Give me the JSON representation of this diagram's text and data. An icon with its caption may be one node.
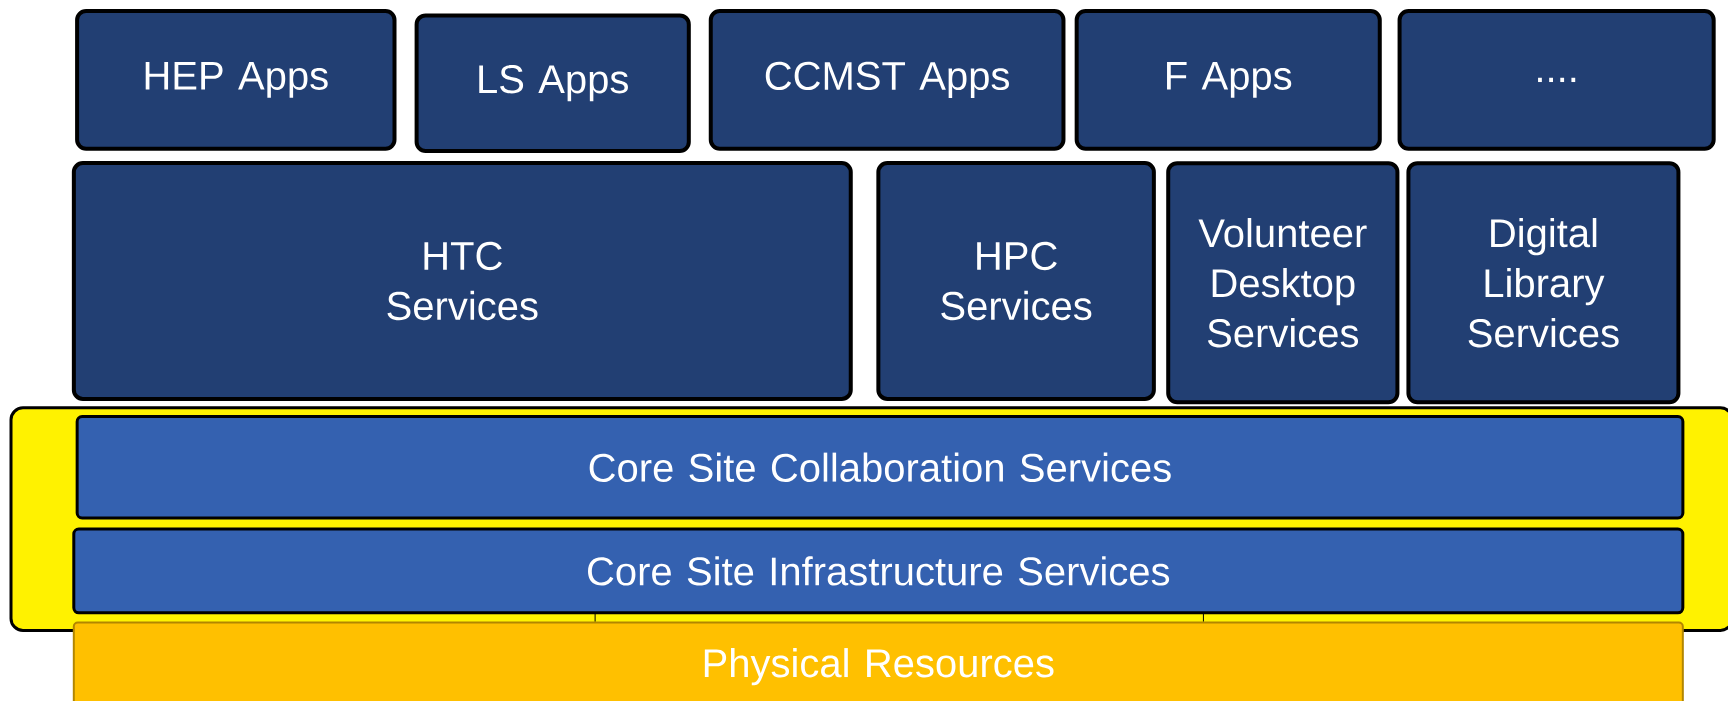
{
  "diagram": {
    "nodes": [
      {
        "text": [
          "HEP Apps"
        ]
      },
      {
        "text": [
          "LS Apps"
        ]
      },
      {
        "text": [
          "CCMST Apps"
        ]
      },
      {
        "text": [
          "F Apps"
        ]
      },
      {
        "text": [
          "...."
        ]
      },
      {
        "text": [
          "HTC Services"
        ]
      },
      {
        "text": [
          "HPC Services"
        ]
      },
      {
        "text": [
          "Volunteer Desktop Services"
        ]
      },
      {
        "text": [
          "Digital Library Services"
        ]
      },
      {
        "text": [],
        "shape": "box"
      },
      {
        "text": [
          "Core Site Collaboration Services"
        ],
        "in": 9
      },
      {
        "text": [
          "Core Site Infrastructure Services"
        ],
        "in": 9
      },
      {
        "text": [
          "Physical Resources"
        ]
      }
    ]
  }
}
